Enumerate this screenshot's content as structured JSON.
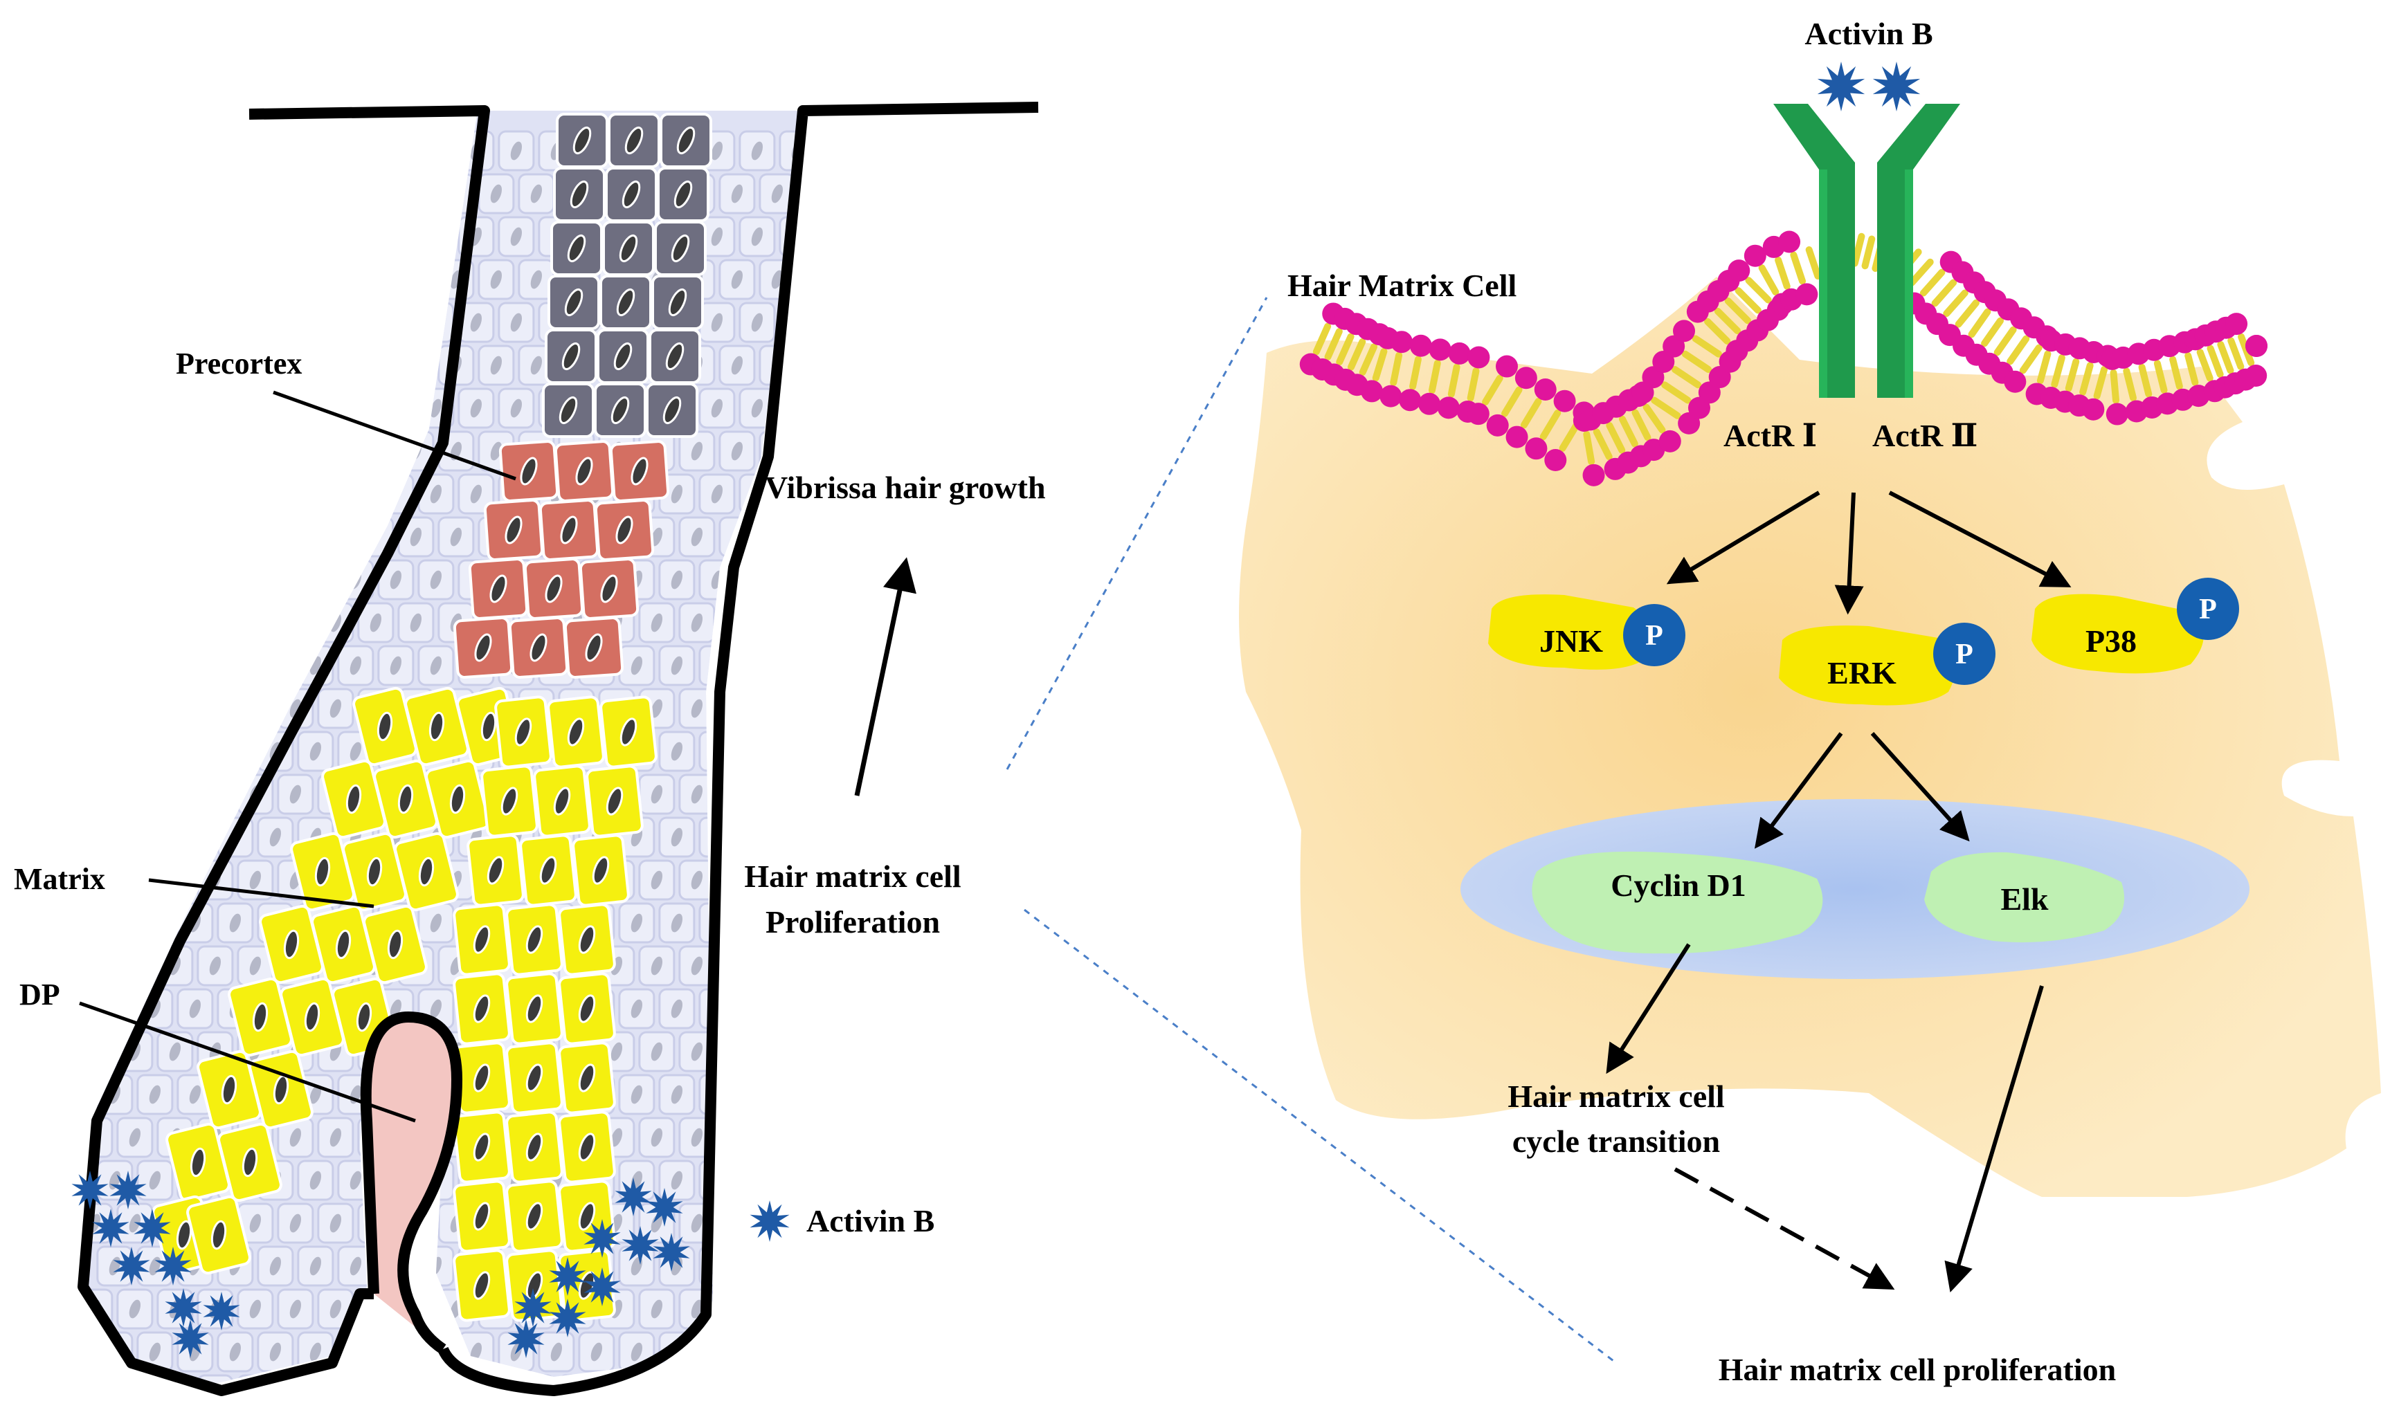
{
  "left_panel": {
    "labels": {
      "precortex": "Precortex",
      "matrix": "Matrix",
      "dp": "DP",
      "vibrissa_growth": "Vibrissa hair growth",
      "matrix_prolif_line1": "Hair matrix cell",
      "matrix_prolif_line2": "Proliferation"
    },
    "legend": {
      "activin_label": "Activin B"
    }
  },
  "right_panel": {
    "top_label": "Activin B",
    "cell_label": "Hair Matrix Cell",
    "receptor1": "ActR Ⅰ",
    "receptor2": "ActR Ⅱ",
    "kinases": [
      {
        "name": "JNK",
        "phospho": "P"
      },
      {
        "name": "ERK",
        "phospho": "P"
      },
      {
        "name": "P38",
        "phospho": "P"
      }
    ],
    "nuclear_targets": [
      "Cyclin D1",
      "Elk"
    ],
    "outcome_cycle_line1": "Hair matrix cell",
    "outcome_cycle_line2": "cycle transition",
    "outcome_final": "Hair matrix cell proliferation"
  },
  "colors": {
    "sheath": "#dfe2f4",
    "precortex_cells": "#d46f62",
    "cortex_cells": "#6e6e80",
    "matrix_cells": "#f5f00f",
    "dp": "#f3c6c2",
    "activin_star": "#1f5aa6",
    "cell_body": "#fde9bf",
    "phospholipid_head": "#e0159c",
    "receptor": "#1f9a4c",
    "kinase": "#f7e800",
    "phospho_circle": "#1560b0",
    "nucleus": "#b8cdf0",
    "nuclear_protein": "#bff0b3"
  }
}
